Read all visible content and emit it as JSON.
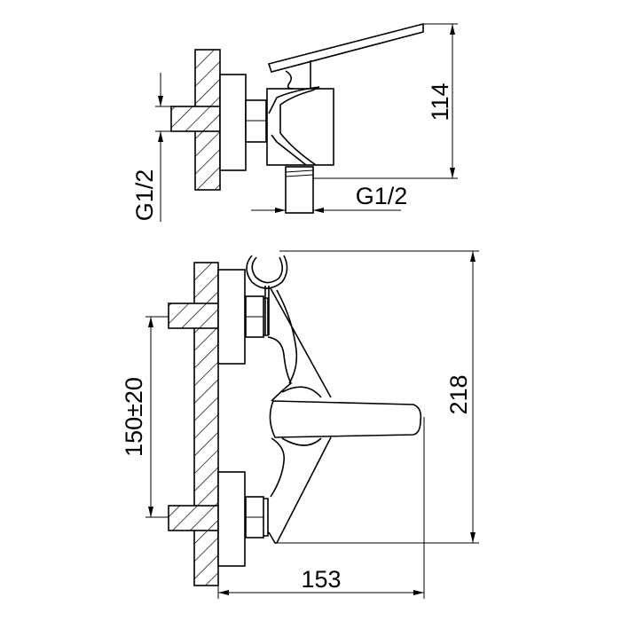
{
  "drawing": {
    "top_view": {
      "height_dim": "114",
      "outlet_thread": "G1/2",
      "inlet_thread": "G1/2"
    },
    "front_view": {
      "height_dim": "218",
      "centre_distance": "150±20",
      "depth_dim": "153"
    },
    "colors": {
      "line": "#000000",
      "background": "#ffffff"
    }
  }
}
